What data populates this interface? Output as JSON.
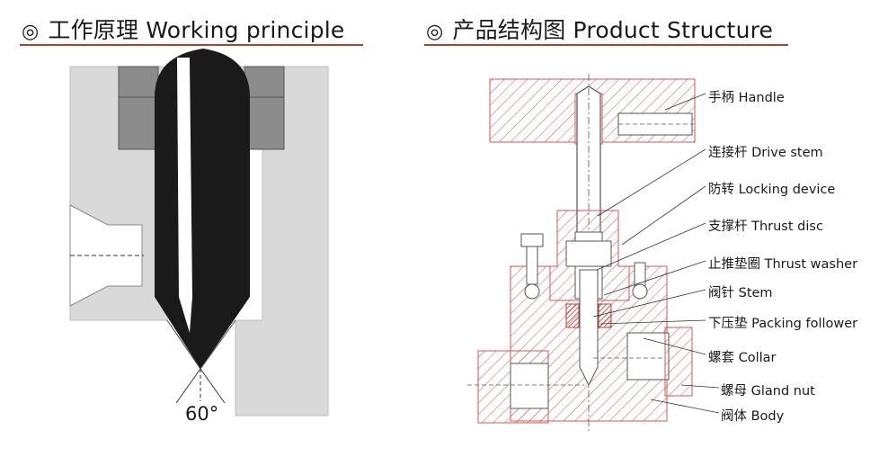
{
  "left_panel": {
    "symbol": "◎",
    "title": "工作原理 Working principle",
    "angle_label": "60°"
  },
  "right_panel": {
    "symbol": "◎",
    "title": "产品结构图 Product Structure",
    "labels": [
      "手柄 Handle",
      "连接杆 Drive stem",
      "防转 Locking device",
      "支撑杆 Thrust disc",
      "止推垫圈 Thrust washer",
      "阀针 Stem",
      "下压垫 Packing follower",
      "螺套 Collar",
      "螺母 Gland nut",
      "阀体 Body"
    ]
  },
  "colors": {
    "accent_underline": "#c0392b",
    "hatch": "#d9534f",
    "gray_body": "#d9d9d9",
    "dark_gray": "#8c8c8c",
    "needle": "#1a1a1a"
  }
}
